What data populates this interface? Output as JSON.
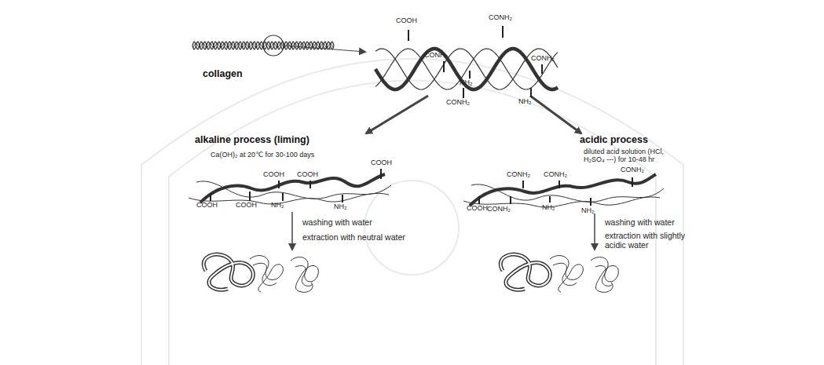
{
  "diagram": {
    "labels": [
      "collagen",
      "COOH",
      "CONH₂",
      "CONH₂",
      "NH₂",
      "CONH₂",
      "CONH₂",
      "NH₂",
      "alkaline process (liming)",
      "Ca(OH)₂ at 20℃ for 30-100 days",
      "COOH",
      "COOH",
      "COOH",
      "COOH",
      "COOH",
      "NH₂",
      "NH₂",
      "washing with water",
      "extraction with neutral water",
      "acidic process",
      "diluted acid solution (HCl, H₂SO₄ ---) for 10-48 hr",
      "COOH",
      "CONH₂",
      "CONH₂",
      "CONH₂",
      "CONH₂",
      "NH₂",
      "NH₂",
      "washing with water",
      "extraction with slightly acidic water"
    ]
  }
}
